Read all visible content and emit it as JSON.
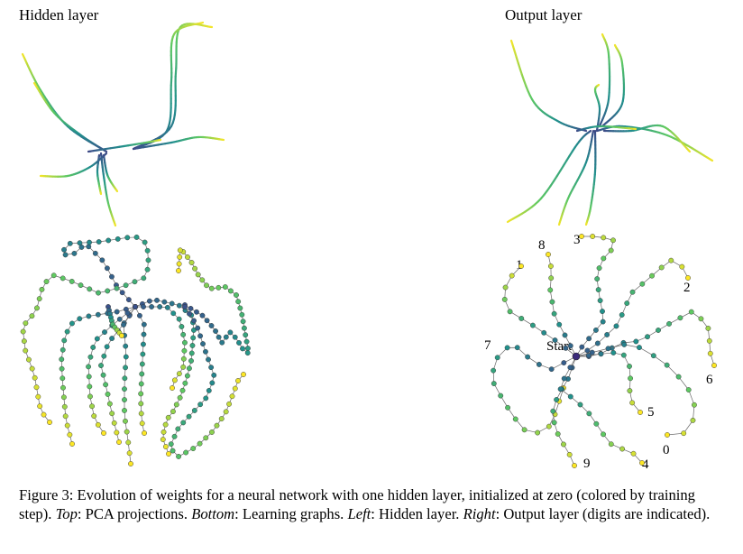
{
  "panel_titles": {
    "hidden": "Hidden layer",
    "output": "Output layer"
  },
  "output_graph": {
    "start_label": "Start",
    "digit_labels": [
      "0",
      "1",
      "2",
      "3",
      "4",
      "5",
      "6",
      "7",
      "8",
      "9"
    ]
  },
  "caption": {
    "lead": "Figure 3: Evolution of weights for a neural network with one hidden layer, initialized at zero (colored by training step). ",
    "top_label": "Top",
    "top_text": ": PCA projections. ",
    "bottom_label": "Bottom",
    "bottom_text": ": Learning graphs. ",
    "left_label": "Left",
    "left_text": ": Hidden layer. ",
    "right_label": "Right",
    "right_text": ": Output layer (digits are indicated)."
  },
  "colors": {
    "colormap": "viridis",
    "early": "#3b528b",
    "middle": "#21918c",
    "late": "#fde725",
    "edge": "#555555"
  }
}
